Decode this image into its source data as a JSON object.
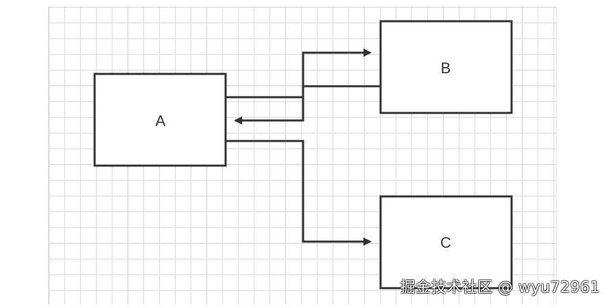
{
  "diagram": {
    "nodes": [
      {
        "id": "A",
        "label": "A"
      },
      {
        "id": "B",
        "label": "B"
      },
      {
        "id": "C",
        "label": "C"
      }
    ],
    "edges": [
      {
        "from": "A",
        "to": "B",
        "direction": "forward"
      },
      {
        "from": "B",
        "to": "A",
        "direction": "forward"
      },
      {
        "from": "A",
        "to": "C",
        "direction": "forward"
      }
    ],
    "colors": {
      "stroke": "#333333",
      "grid": "#d9d9d9",
      "background": "#ffffff"
    }
  },
  "watermark": {
    "text": "掘金技术社区 @ wyu72961"
  }
}
